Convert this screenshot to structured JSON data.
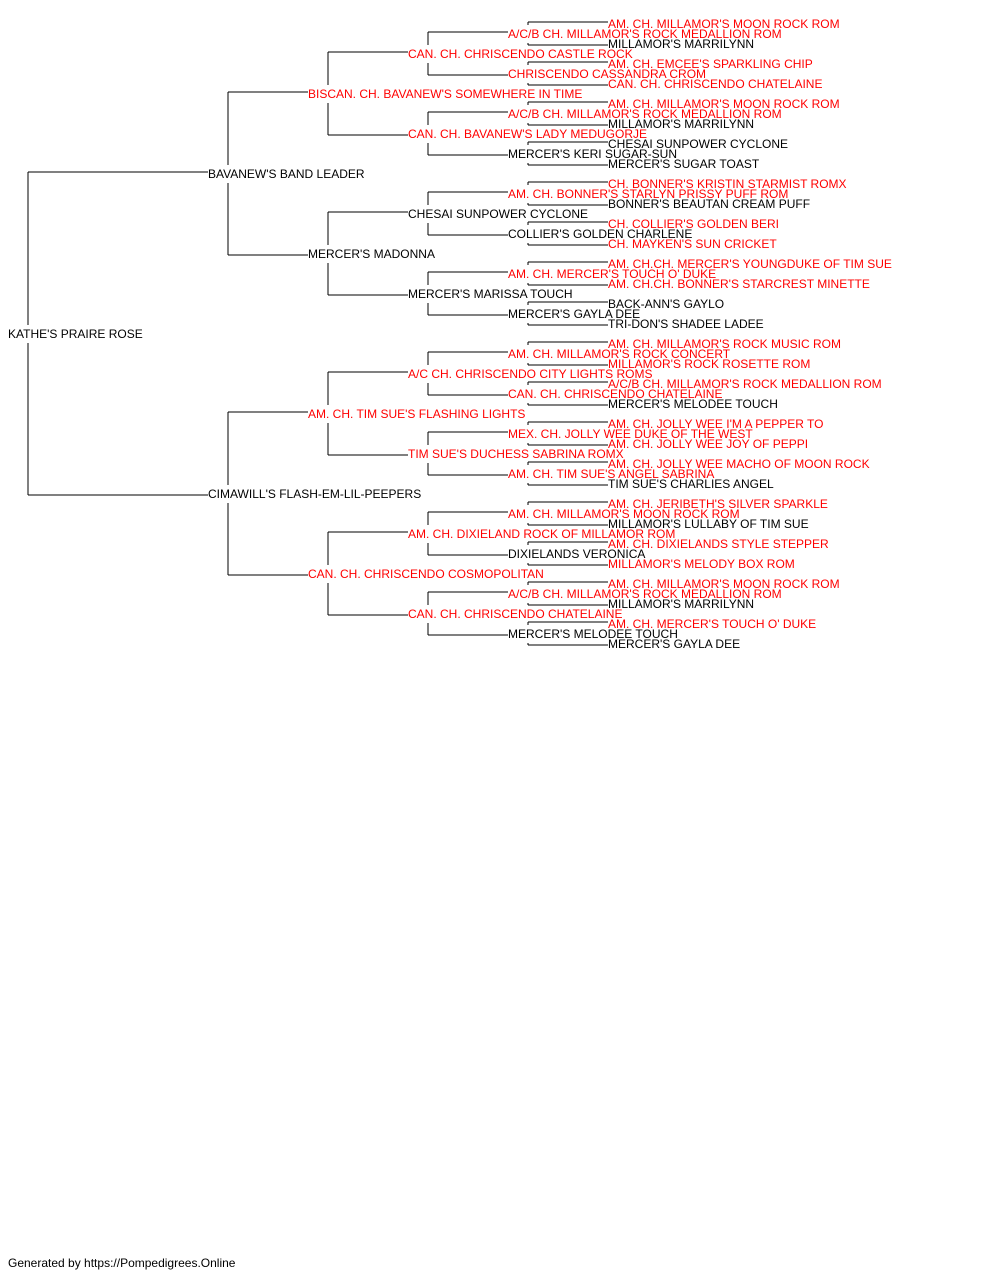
{
  "colors": {
    "champion": "#ff0000",
    "regular": "#000000",
    "line": "#000000"
  },
  "pedigree": {
    "subject": {
      "name": "KATHE'S PRAIRE ROSE",
      "champion": false
    },
    "sire": {
      "name": "BAVANEW'S BAND LEADER",
      "champion": false
    },
    "dam": {
      "name": "CIMAWILL'S FLASH-EM-LIL-PEEPERS",
      "champion": false
    },
    "grandparents": [
      {
        "name": "BISCAN. CH. BAVANEW'S SOMEWHERE IN TIME",
        "champion": true
      },
      {
        "name": "MERCER'S MADONNA",
        "champion": false
      },
      {
        "name": "AM. CH. TIM SUE'S FLASHING LIGHTS",
        "champion": true
      },
      {
        "name": "CAN. CH. CHRISCENDO COSMOPOLITAN",
        "champion": true
      }
    ],
    "great_grandparents": [
      {
        "name": "CAN. CH. CHRISCENDO CASTLE ROCK",
        "champion": true
      },
      {
        "name": "CAN. CH. BAVANEW'S LADY MEDUGORJE",
        "champion": true
      },
      {
        "name": "CHESAI SUNPOWER CYCLONE",
        "champion": false
      },
      {
        "name": "MERCER'S MARISSA TOUCH",
        "champion": false
      },
      {
        "name": "A/C CH. CHRISCENDO CITY LIGHTS ROMS",
        "champion": true
      },
      {
        "name": "TIM SUE'S DUCHESS SABRINA ROMX",
        "champion": true
      },
      {
        "name": "AM. CH. DIXIELAND ROCK OF MILLAMOR ROM",
        "champion": true
      },
      {
        "name": "CAN. CH. CHRISCENDO CHATELAINE",
        "champion": true
      }
    ],
    "gen4": [
      {
        "name": "A/C/B CH. MILLAMOR'S ROCK MEDALLION ROM",
        "champion": true
      },
      {
        "name": "CHRISCENDO CASSANDRA CROM",
        "champion": true
      },
      {
        "name": "A/C/B CH. MILLAMOR'S ROCK MEDALLION ROM",
        "champion": true
      },
      {
        "name": "MERCER'S KERI SUGAR-SUN",
        "champion": false
      },
      {
        "name": "AM. CH. BONNER'S STARLYN PRISSY PUFF ROM",
        "champion": true
      },
      {
        "name": "COLLIER'S GOLDEN CHARLENE",
        "champion": false
      },
      {
        "name": "AM. CH. MERCER'S TOUCH O' DUKE",
        "champion": true
      },
      {
        "name": "MERCER'S GAYLA DEE",
        "champion": false
      },
      {
        "name": "AM. CH. MILLAMOR'S ROCK CONCERT",
        "champion": true
      },
      {
        "name": "CAN. CH. CHRISCENDO CHATELAINE",
        "champion": true
      },
      {
        "name": "MEX. CH. JOLLY WEE DUKE OF THE WEST",
        "champion": true
      },
      {
        "name": "AM. CH. TIM SUE'S ANGEL SABRINA",
        "champion": true
      },
      {
        "name": "AM. CH. MILLAMOR'S MOON ROCK ROM",
        "champion": true
      },
      {
        "name": "DIXIELANDS VERONICA",
        "champion": false
      },
      {
        "name": "A/C/B CH. MILLAMOR'S ROCK MEDALLION ROM",
        "champion": true
      },
      {
        "name": "MERCER'S MELODEE TOUCH",
        "champion": false
      }
    ],
    "gen5": [
      {
        "name": "AM. CH. MILLAMOR'S MOON ROCK ROM",
        "champion": true
      },
      {
        "name": "MILLAMOR'S MARRILYNN",
        "champion": false
      },
      {
        "name": "AM. CH. EMCEE'S SPARKLING CHIP",
        "champion": true
      },
      {
        "name": "CAN. CH. CHRISCENDO CHATELAINE",
        "champion": true
      },
      {
        "name": "AM. CH. MILLAMOR'S MOON ROCK ROM",
        "champion": true
      },
      {
        "name": "MILLAMOR'S MARRILYNN",
        "champion": false
      },
      {
        "name": "CHESAI SUNPOWER CYCLONE",
        "champion": false
      },
      {
        "name": "MERCER'S SUGAR TOAST",
        "champion": false
      },
      {
        "name": "CH. BONNER'S KRISTIN STARMIST ROMX",
        "champion": true
      },
      {
        "name": "BONNER'S BEAUTAN CREAM PUFF",
        "champion": false
      },
      {
        "name": "CH. COLLIER'S GOLDEN BERI",
        "champion": true
      },
      {
        "name": "CH. MAYKEN'S SUN CRICKET",
        "champion": true
      },
      {
        "name": "AM. CH.CH. MERCER'S YOUNGDUKE OF TIM SUE",
        "champion": true
      },
      {
        "name": "AM. CH.CH. BONNER'S STARCREST MINETTE",
        "champion": true
      },
      {
        "name": "BACK-ANN'S GAYLO",
        "champion": false
      },
      {
        "name": "TRI-DON'S SHADEE LADEE",
        "champion": false
      },
      {
        "name": "AM. CH. MILLAMOR'S ROCK MUSIC ROM",
        "champion": true
      },
      {
        "name": "MILLAMOR'S ROCK ROSETTE ROM",
        "champion": true
      },
      {
        "name": "A/C/B CH. MILLAMOR'S ROCK MEDALLION ROM",
        "champion": true
      },
      {
        "name": "MERCER'S MELODEE TOUCH",
        "champion": false
      },
      {
        "name": "AM. CH. JOLLY WEE I'M A PEPPER TO",
        "champion": true
      },
      {
        "name": "AM. CH. JOLLY WEE JOY OF PEPPI",
        "champion": true
      },
      {
        "name": "AM. CH. JOLLY WEE MACHO OF MOON ROCK",
        "champion": true
      },
      {
        "name": "TIM SUE'S CHARLIES ANGEL",
        "champion": false
      },
      {
        "name": "AM. CH. JERIBETH'S SILVER SPARKLE",
        "champion": true
      },
      {
        "name": "MILLAMOR'S LULLABY OF TIM SUE",
        "champion": false
      },
      {
        "name": "AM. CH. DIXIELANDS STYLE STEPPER",
        "champion": true
      },
      {
        "name": "MILLAMOR'S MELODY BOX ROM",
        "champion": true
      },
      {
        "name": "AM. CH. MILLAMOR'S MOON ROCK ROM",
        "champion": true
      },
      {
        "name": "MILLAMOR'S MARRILYNN",
        "champion": false
      },
      {
        "name": "AM. CH. MERCER'S TOUCH O' DUKE",
        "champion": true
      },
      {
        "name": "MERCER'S GAYLA DEE",
        "champion": false
      }
    ]
  },
  "footer": {
    "text": "Generated by https://Pompedigrees.Online"
  }
}
